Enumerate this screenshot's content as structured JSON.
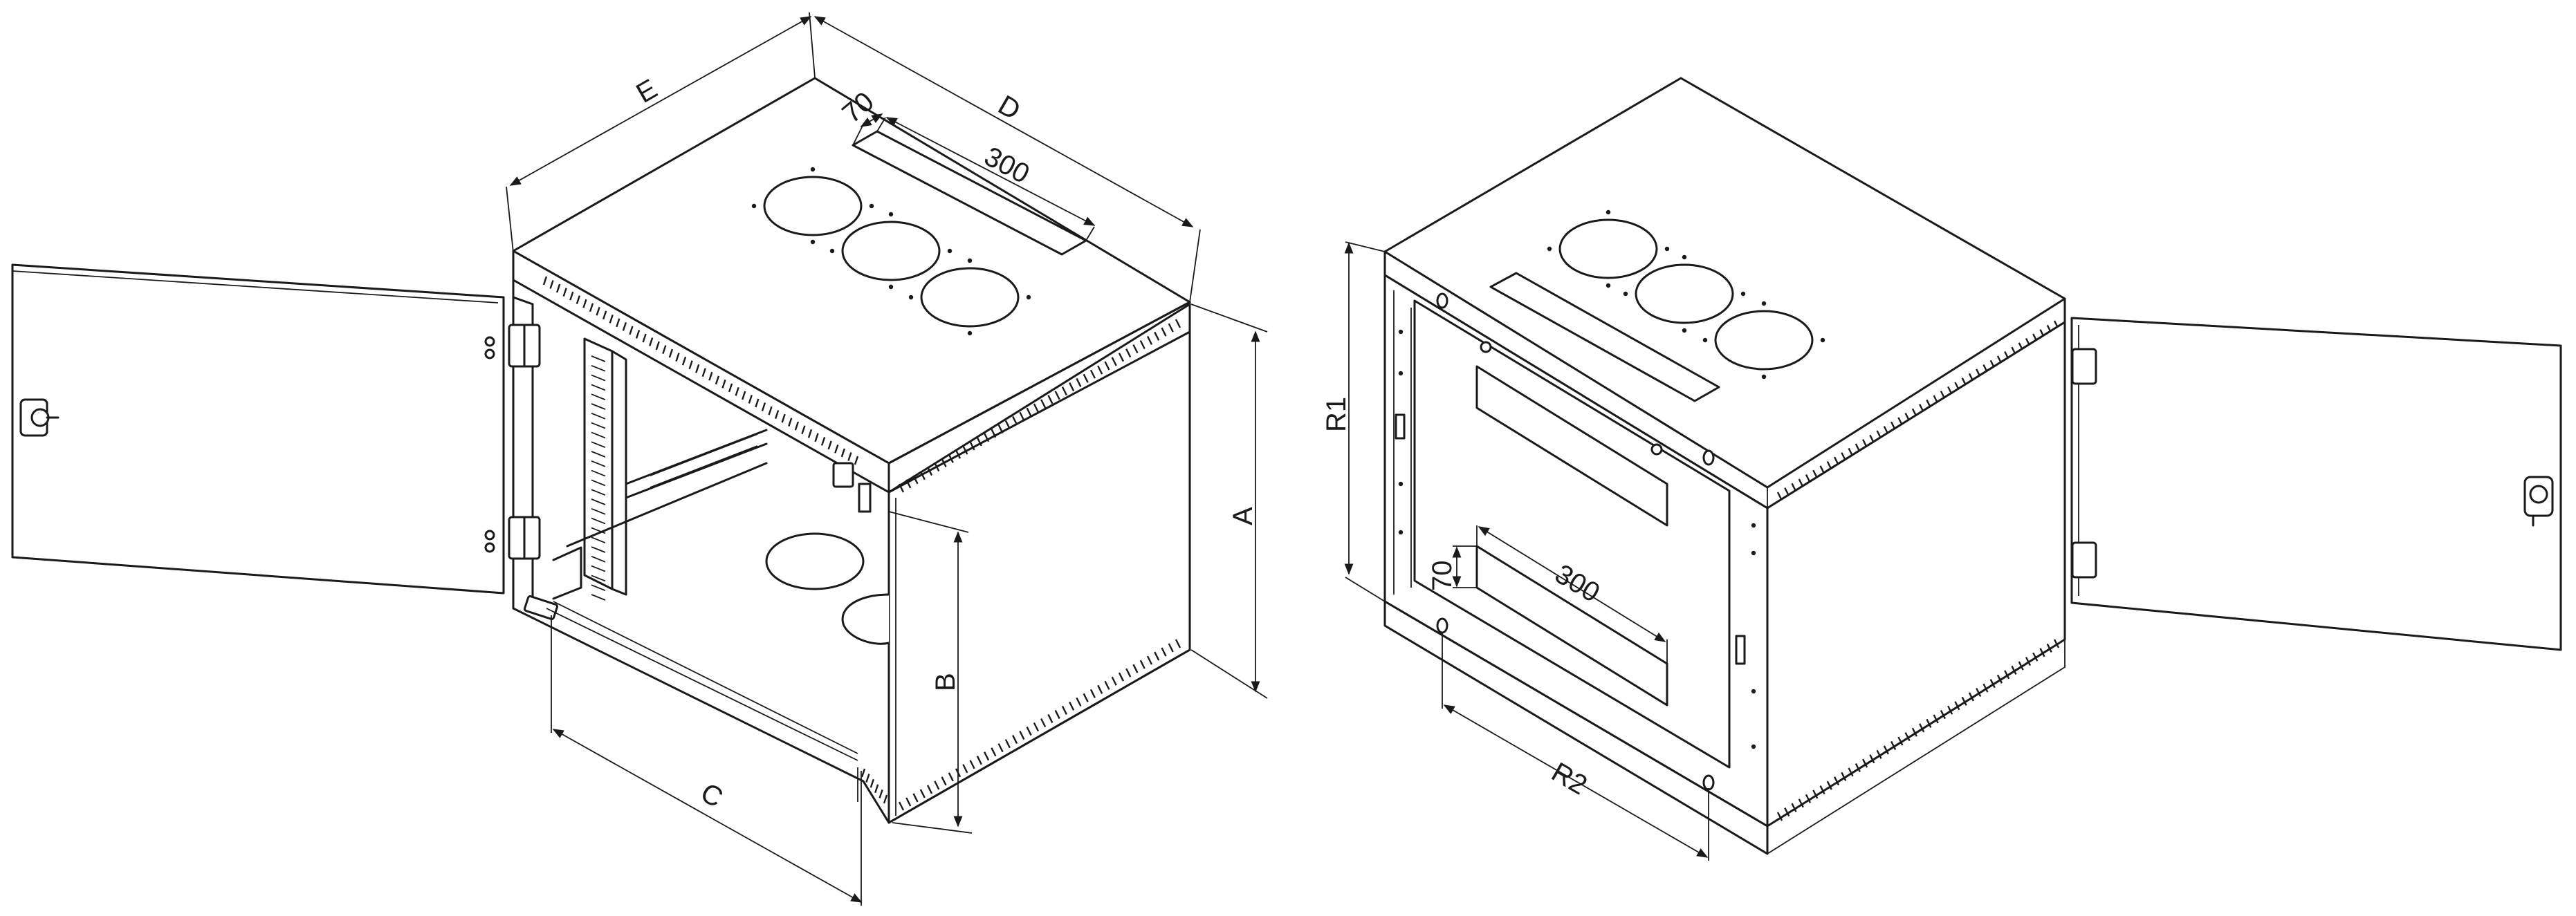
{
  "left_view": {
    "dimensions": {
      "a": "A",
      "b": "B",
      "c": "C",
      "d": "D",
      "e": "E",
      "slot_width": "300",
      "slot_height": "70"
    }
  },
  "right_view": {
    "dimensions": {
      "r1": "R1",
      "r2": "R2",
      "slot_width": "300",
      "slot_height": "70"
    }
  }
}
